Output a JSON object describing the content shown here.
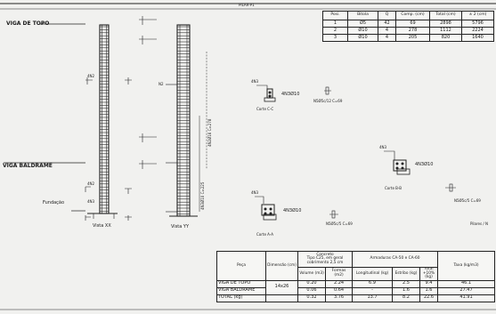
{
  "sheet": {
    "title": "PILAR-P1",
    "labels": {
      "viga_topo": "VIGA DE TOPO",
      "viga_baldrame": "VIGA BALDRAME",
      "fundacao": "Fundação",
      "vista_x": "Vista XX",
      "vista_y": "Vista YY",
      "n4": "4N2",
      "n4b": "4N2",
      "n2": "N2",
      "n3": "4N3",
      "dim_1": "4N2Ø16 C=278",
      "dim_2": "4N3Ø10 C=225"
    },
    "sections": {
      "cc": {
        "label": "Corte C-C",
        "bar": "4N3Ø10",
        "tie": "N5Ø5c/12 C=69",
        "cnt": "4N3"
      },
      "bb": {
        "label": "Corte B-B",
        "bar": "4N3Ø10",
        "tie": "N5Ø5c/5 C=69",
        "cnt": "4N3"
      },
      "aa": {
        "label": "Corte A-A",
        "bar": "4N3Ø10",
        "tie": "N5Ø5c/5 C=69",
        "cnt": "4N3"
      }
    },
    "note_right": "Pilares / N"
  },
  "steel_table": {
    "headers": [
      "Posi.",
      "Bitola",
      "Q",
      "Comp. (cm)",
      "Total (cm)",
      "± 2 (cm)"
    ],
    "rows": [
      [
        "1",
        "Ø5",
        "42",
        "69",
        "2898",
        "5796"
      ],
      [
        "2",
        "Ø10",
        "4",
        "278",
        "1112",
        "2224"
      ],
      [
        "3",
        "Ø10",
        "4",
        "205",
        "820",
        "1640"
      ]
    ]
  },
  "summary_table": {
    "h_peca": "Peça",
    "h_dim": "Dimensão (cm)",
    "h_concreto": "Concreto",
    "h_conc_tipo": "Tipo C25, em geral cobrimento 2,5 cm",
    "h_volume": "Volume (m3)",
    "h_formas": "Formas (m2)",
    "h_armaduras": "Armaduras CA-50 e CA-60",
    "h_long": "Longitudinal (kg)",
    "h_estribo": "Estribo (kg)",
    "h_total": "Total +10% (kg)",
    "h_taxa": "Taxa (kg/m3)",
    "rows": [
      {
        "peca": "VIGA DE TOPO",
        "dim": "14x26",
        "vol": "0.20",
        "form": "2.24",
        "long": "6.9",
        "estr": "2.5",
        "total": "9.4",
        "taxa": "46.1"
      },
      {
        "peca": "VIGA BALDRAME",
        "dim": "",
        "vol": "0.06",
        "form": "0.64",
        "long": "-",
        "estr": "1.6",
        "total": "1.6",
        "taxa": "27.47"
      },
      {
        "peca": "TOTAL (kg)",
        "dim": "",
        "vol": "0.32",
        "form": "3.76",
        "long": "13.7",
        "estr": "8.2",
        "total": "22.6",
        "taxa": "41.91"
      }
    ]
  }
}
